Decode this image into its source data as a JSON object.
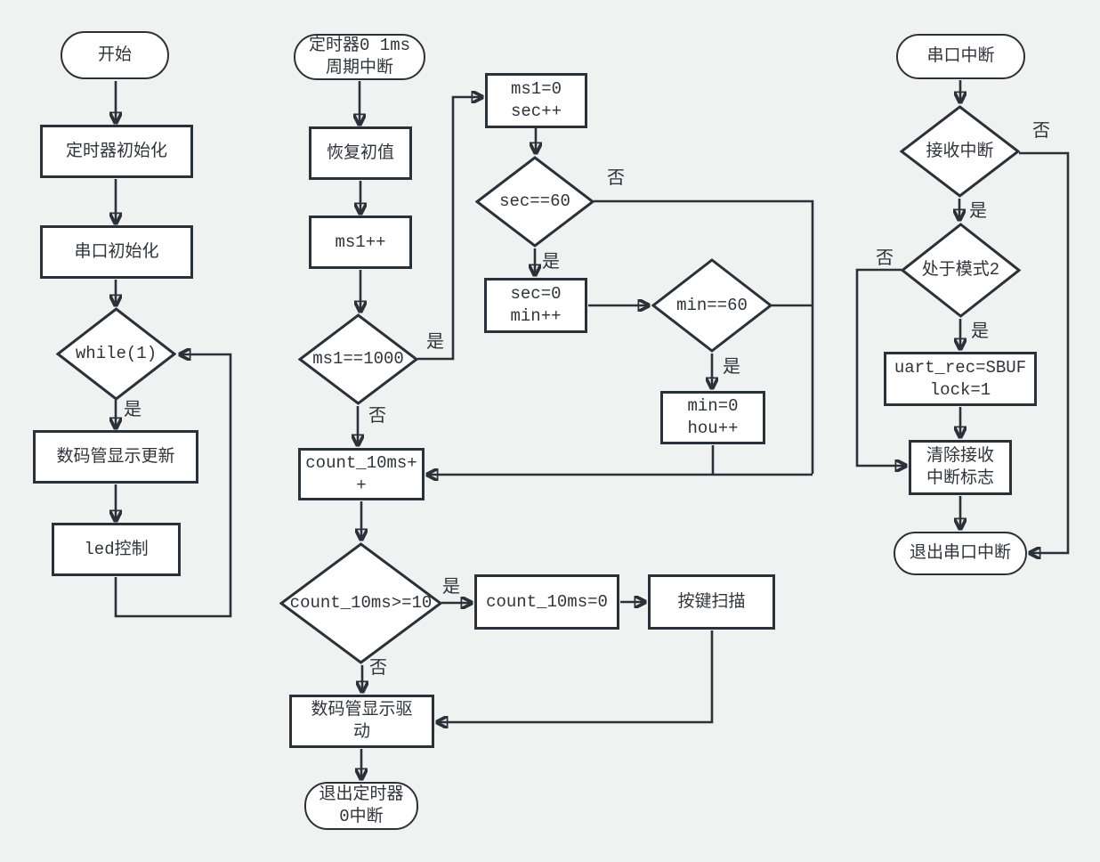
{
  "labels": {
    "yes": "是",
    "no": "否"
  },
  "colors": {
    "background": "#f0f1f1",
    "node_fill": "#ffffff",
    "stroke": "#2b3138",
    "text": "#30343a"
  },
  "charts": {
    "main_loop": {
      "nodes": {
        "start": "开始",
        "timer_init": "定时器初始化",
        "uart_init": "串口初始化",
        "while_loop": "while(1)",
        "display_update": "数码管显示更新",
        "led_control": "led控制"
      }
    },
    "timer0_isr": {
      "nodes": {
        "start": "定时器0 1ms\n周期中断",
        "restore": "恢复初值",
        "ms1_inc": "ms1++",
        "ms1_check": "ms1==1000",
        "ms1_reset": "ms1=0\nsec++",
        "sec_check": "sec==60",
        "sec_reset": "sec=0\nmin++",
        "min_check": "min==60",
        "min_reset": "min=0\nhou++",
        "count_inc": "count_10ms++",
        "count_check": "count_10ms>=10",
        "count_reset": "count_10ms=0",
        "key_scan": "按键扫描",
        "seg_drive": "数码管显示驱动",
        "exit": "退出定时器\n0中断"
      }
    },
    "uart_isr": {
      "nodes": {
        "start": "串口中断",
        "rx_check": "接收中断",
        "mode2_check": "处于模式2",
        "read_sbuf": "uart_rec=SBUF\nlock=1",
        "clear_flag": "清除接收\n中断标志",
        "exit": "退出串口中断"
      }
    }
  }
}
